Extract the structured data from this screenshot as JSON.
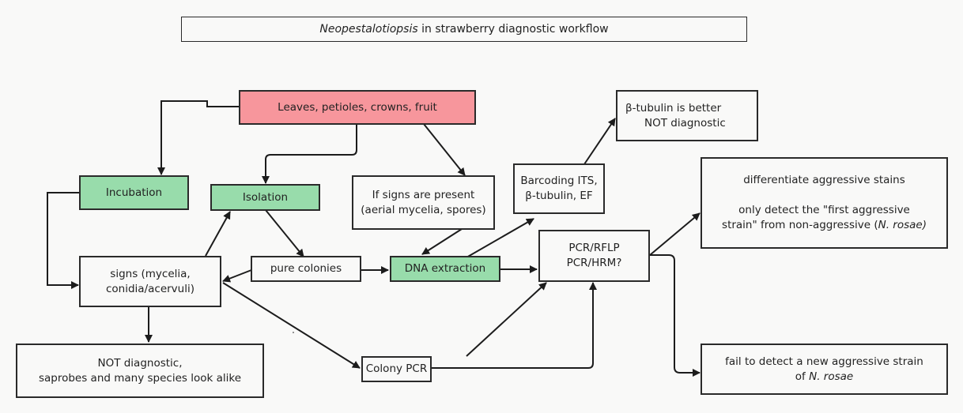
{
  "title": {
    "italic": "Neopestalotiopsis",
    "rest": " in strawberry diagnostic workflow"
  },
  "nodes": {
    "source": "Leaves, petioles, crowns, fruit",
    "incubation": "Incubation",
    "isolation": "Isolation",
    "signs_present": "If signs are present\n(aerial mycelia, spores)",
    "barcoding": "Barcoding ITS,\nβ-tubulin, EF",
    "btubulin_note": {
      "line1": "β-tubulin is better",
      "line2": "NOT diagnostic"
    },
    "signs": "signs (mycelia,\nconidia/acervuli)",
    "pure_colonies": "pure colonies",
    "dna_extraction": "DNA extraction",
    "pcr_rflp": "PCR/RFLP\nPCR/HRM?",
    "differentiate": {
      "line1": "differentiate aggressive stains",
      "line2": "only detect the \"first aggressive",
      "line3": "strain\" from non-aggressive (",
      "italic": "N. rosae)"
    },
    "not_diagnostic": "NOT diagnostic,\nsaprobes and many species look alike",
    "colony_pcr": "Colony PCR",
    "fail_detect": {
      "line1": "fail to detect a new aggressive strain",
      "line2": "of ",
      "italic": "N. rosae"
    }
  },
  "colors": {
    "source": "#f7969c",
    "process": "#98dcab",
    "stroke": "#1c1c1c",
    "background": "#f9f9f8"
  }
}
